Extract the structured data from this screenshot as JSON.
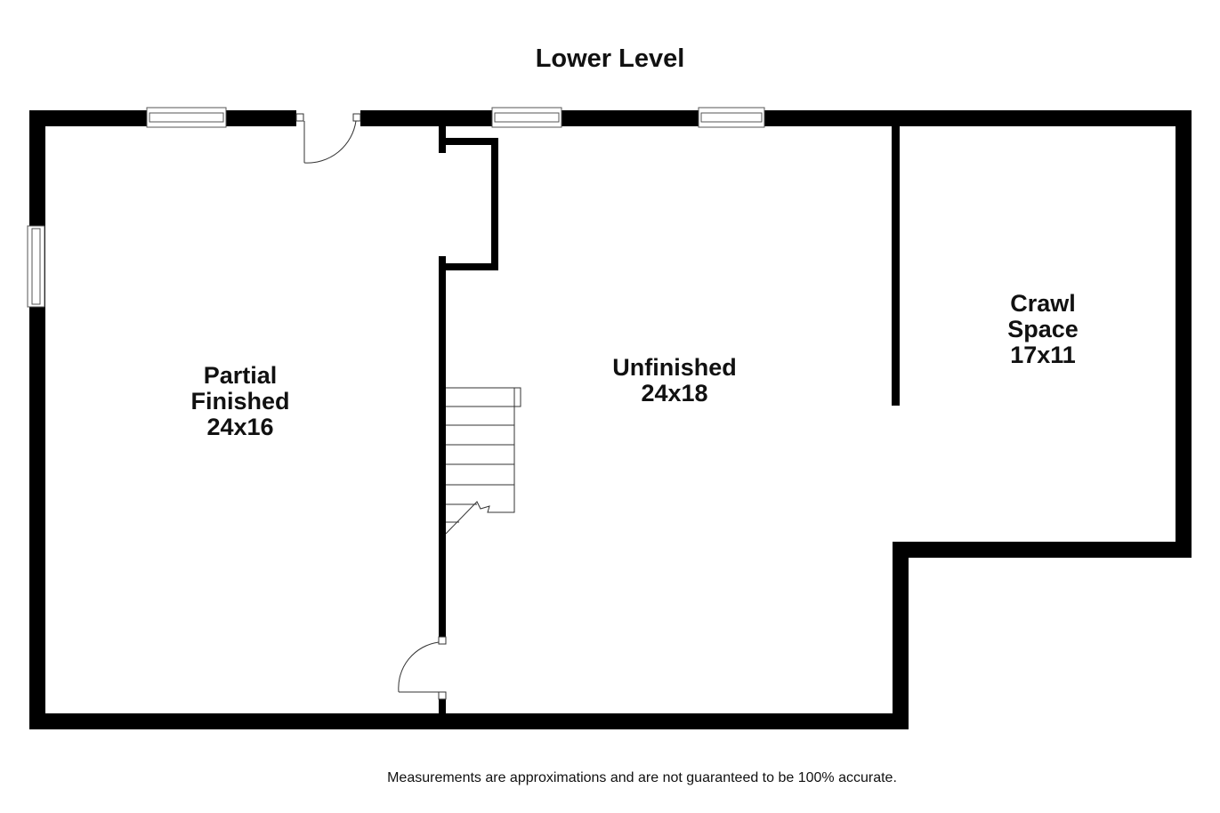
{
  "title": "Lower Level",
  "rooms": [
    {
      "name_lines": [
        "Partial",
        "Finished"
      ],
      "size": "24x16"
    },
    {
      "name_lines": [
        "Unfinished"
      ],
      "size": "24x18"
    },
    {
      "name_lines": [
        "Crawl",
        "Space"
      ],
      "size": "17x11"
    }
  ],
  "disclaimer": "Measurements are approximations and are not guaranteed to be 100% accurate."
}
